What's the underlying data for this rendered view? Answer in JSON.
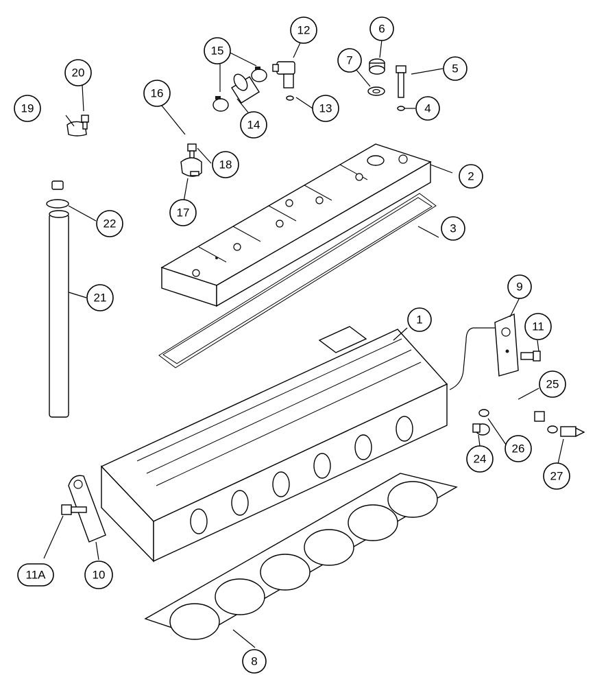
{
  "callouts": {
    "c1": "1",
    "c2": "2",
    "c3": "3",
    "c4": "4",
    "c5": "5",
    "c6": "6",
    "c7": "7",
    "c8": "8",
    "c9": "9",
    "c10": "10",
    "c11": "11",
    "c11a": "11A",
    "c12": "12",
    "c13": "13",
    "c14": "14",
    "c15": "15",
    "c16": "16",
    "c17": "17",
    "c18": "18",
    "c19": "19",
    "c20": "20",
    "c21": "21",
    "c22": "22",
    "c24": "24",
    "c25": "25",
    "c26": "26",
    "c27": "27"
  }
}
